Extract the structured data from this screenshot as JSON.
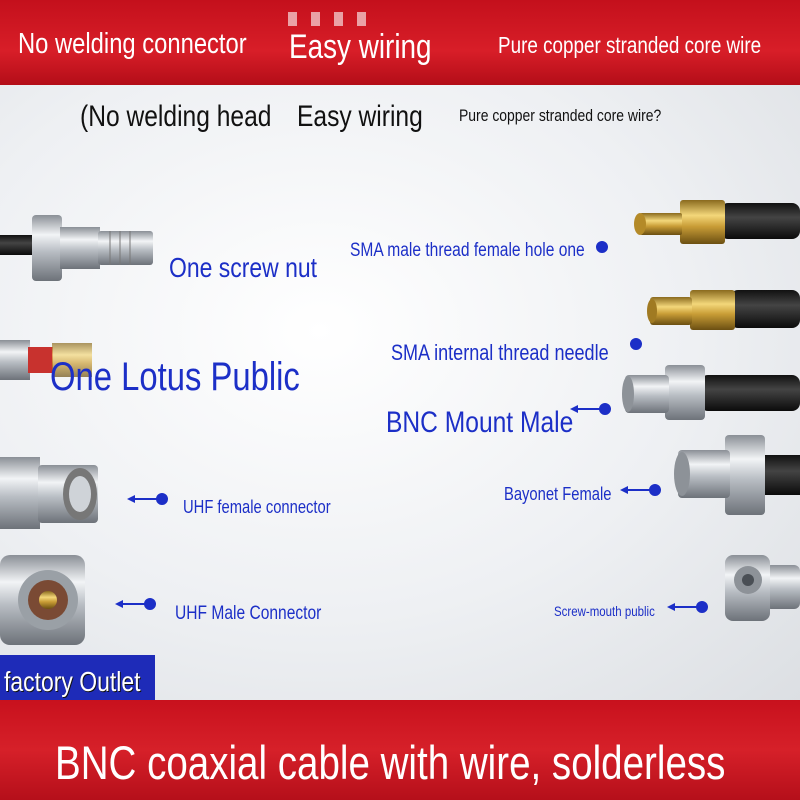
{
  "top_banner": {
    "left_text": "No welding connector",
    "center_text": "Easy wiring",
    "right_text": "Pure copper stranded core wire"
  },
  "subtitle": {
    "left": "(No welding head",
    "center": "Easy wiring",
    "right": "Pure copper stranded core wire?"
  },
  "left_labels": {
    "screw_nut": "One screw nut",
    "lotus": "One Lotus Public",
    "uhf_female": "UHF female connector",
    "uhf_male": "UHF Male Connector"
  },
  "right_labels": {
    "sma_male_thread": "SMA male thread female hole one",
    "sma_internal": "SMA internal thread needle",
    "bnc_mount_male": "BNC Mount Male",
    "bayonet_female": "Bayonet Female",
    "screw_mouth": "Screw-mouth public"
  },
  "outlet": "factory Outlet",
  "bottom_banner": "BNC coaxial cable with wire, solderless",
  "colors": {
    "banner_red": "#d01c26",
    "label_blue": "#1c2fc7",
    "outlet_blue": "#1e2bb8"
  }
}
